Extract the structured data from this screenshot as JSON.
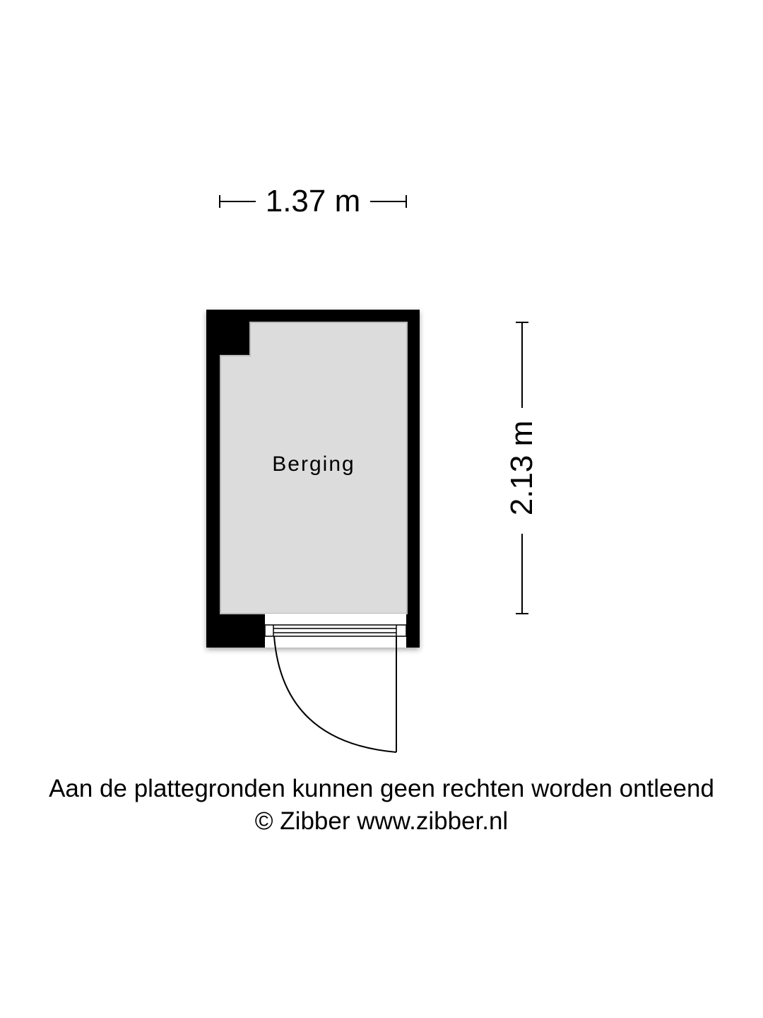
{
  "floorplan": {
    "room": {
      "name": "Berging"
    },
    "dimensions": {
      "width_label": "1.37 m",
      "height_label": "2.13 m"
    },
    "colors": {
      "wall": "#000000",
      "floor": "#dddddd",
      "background": "#ffffff"
    }
  },
  "footer": {
    "disclaimer": "Aan de plattegronden kunnen geen rechten worden ontleend",
    "copyright": "© Zibber www.zibber.nl"
  }
}
